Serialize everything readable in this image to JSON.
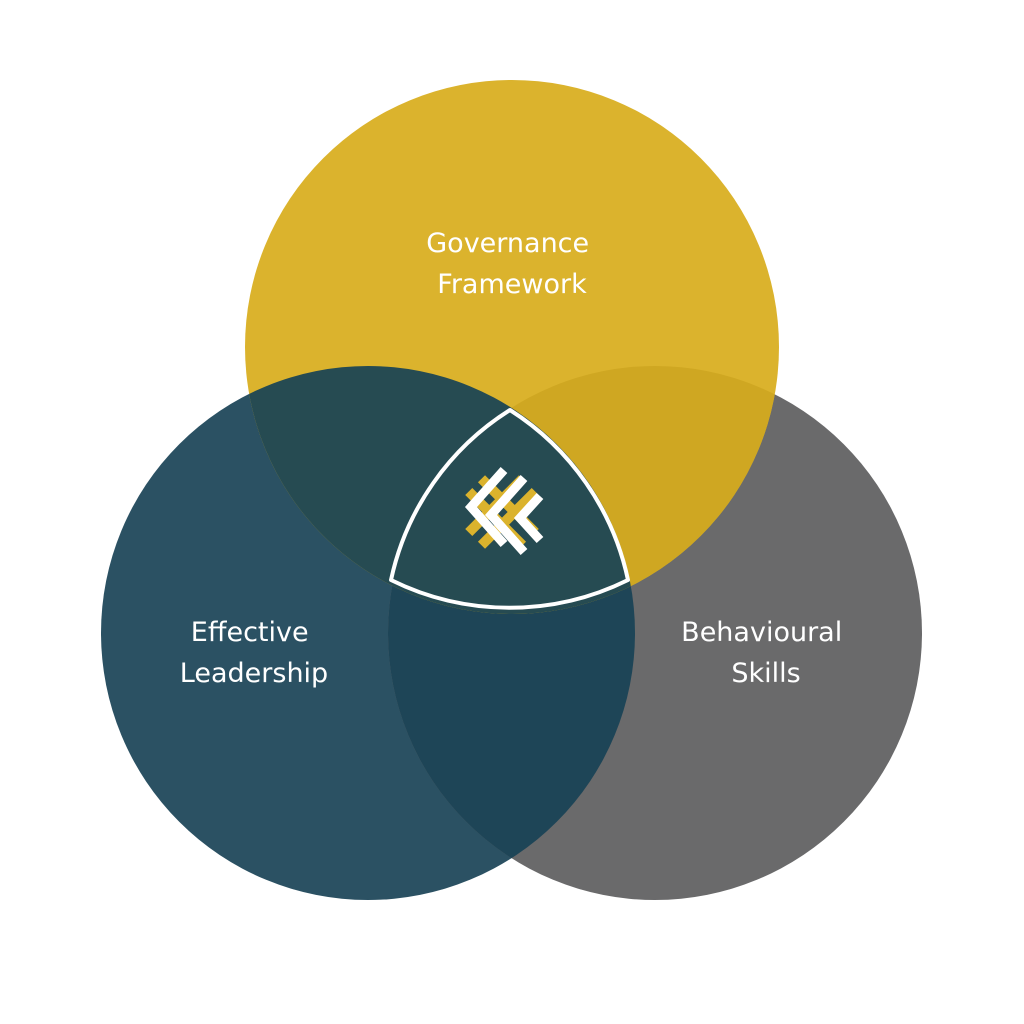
{
  "diagram": {
    "type": "venn-3",
    "sets": [
      {
        "id": "governance",
        "line1": "Governance",
        "line2": "Framework",
        "color": "#dbb32d"
      },
      {
        "id": "leadership",
        "line1": "Effective",
        "line2": "Leadership",
        "color": "#2b5163"
      },
      {
        "id": "behavioural",
        "line1": "Behavioural",
        "line2": "Skills",
        "color": "#6a6a6b"
      }
    ],
    "overlap_colors": {
      "governance_leadership": "#264b52",
      "governance_behavioural": "#cfa722",
      "leadership_behavioural": "#1e4557",
      "center": "#264b52"
    },
    "center_logo": {
      "name": "chevron-lattice-logo",
      "colors": [
        "#dbb32d",
        "#ffffff"
      ]
    }
  }
}
